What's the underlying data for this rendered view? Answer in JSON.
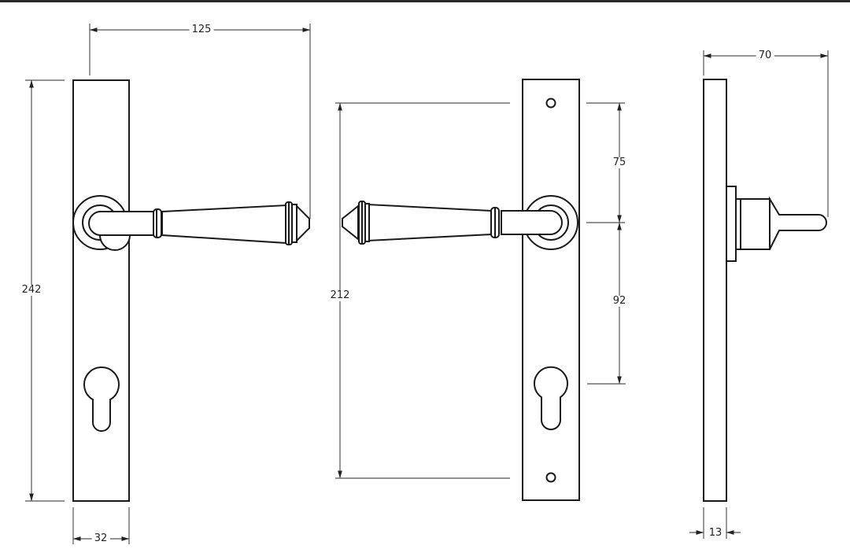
{
  "diagram": {
    "type": "technical-drawing",
    "subject": "lever handle on long backplate with euro cylinder cutout",
    "views": [
      {
        "name": "front-view-left",
        "description": "backplate with lever handle pointing right"
      },
      {
        "name": "front-view-right",
        "description": "backplate with screw holes and lever handle pointing left"
      },
      {
        "name": "side-view",
        "description": "side profile of backplate and lever"
      }
    ]
  },
  "dimensions": {
    "lever_projection": "125",
    "plate_height": "242",
    "plate_width": "32",
    "fixing_centres": "212",
    "top_fix_to_lever": "75",
    "lever_to_cylinder": "92",
    "overall_depth": "70",
    "plate_thickness": "13"
  },
  "colors": {
    "line": "#1a1a1a",
    "dim_line": "#555555",
    "background": "#ffffff"
  }
}
